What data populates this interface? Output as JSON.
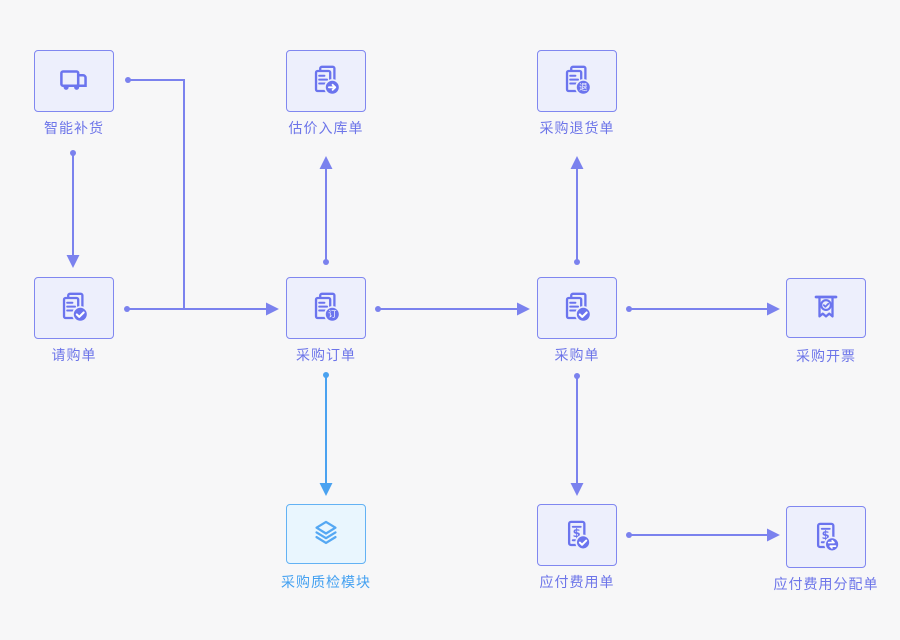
{
  "page": {
    "background": "#f7f7f8",
    "title": "采购流程图"
  },
  "palette": {
    "purple_border": "#8087f0",
    "purple_fill": "#edeffc",
    "purple_text": "#6d75e9",
    "purple_line": "#7b82ee",
    "blue_border": "#63b2f4",
    "blue_fill": "#e9f6fe",
    "blue_text": "#44a1f1",
    "blue_line": "#4aa2f0"
  },
  "nodes": [
    {
      "id": "smart-replenishment",
      "label": "智能补货",
      "icon": "truck-icon",
      "color": "purple"
    },
    {
      "id": "estimated-inbound-order",
      "label": "估价入库单",
      "icon": "document-arrow-icon",
      "color": "purple",
      "badge": "arrow-right"
    },
    {
      "id": "purchase-return-order",
      "label": "采购退货单",
      "icon": "document-return-icon",
      "color": "purple",
      "badge_text": "退"
    },
    {
      "id": "purchase-requisition",
      "label": "请购单",
      "icon": "document-check-icon",
      "color": "purple",
      "badge": "check"
    },
    {
      "id": "purchase-order",
      "label": "采购订单",
      "icon": "document-order-icon",
      "color": "purple",
      "badge_text": "订"
    },
    {
      "id": "purchase-receipt",
      "label": "采购单",
      "icon": "document-check-icon",
      "color": "purple",
      "badge": "check"
    },
    {
      "id": "purchase-invoicing",
      "label": "采购开票",
      "icon": "invoice-ribbon-icon",
      "color": "purple",
      "badge": "check"
    },
    {
      "id": "purchase-qc-module",
      "label": "采购质检模块",
      "icon": "layers-icon",
      "color": "blue"
    },
    {
      "id": "payable-expense-bill",
      "label": "应付费用单",
      "icon": "bill-dollar-check-icon",
      "color": "purple",
      "badge": "check",
      "currency_symbol": "$"
    },
    {
      "id": "payable-expense-allocation",
      "label": "应付费用分配单",
      "icon": "bill-dollar-transfer-icon",
      "color": "purple",
      "badge": "transfer",
      "currency_symbol": "$"
    }
  ],
  "connections": [
    {
      "from": "智能补货",
      "to": "请购单",
      "style": "purple"
    },
    {
      "from": "智能补货",
      "to": "采购订单",
      "style": "purple",
      "shape": "elbow"
    },
    {
      "from": "请购单",
      "to": "采购订单",
      "style": "purple"
    },
    {
      "from": "采购订单",
      "to": "估价入库单",
      "style": "purple"
    },
    {
      "from": "采购订单",
      "to": "采购单",
      "style": "purple"
    },
    {
      "from": "采购订单",
      "to": "采购质检模块",
      "style": "blue"
    },
    {
      "from": "采购单",
      "to": "采购退货单",
      "style": "purple"
    },
    {
      "from": "采购单",
      "to": "采购开票",
      "style": "purple"
    },
    {
      "from": "采购单",
      "to": "应付费用单",
      "style": "purple"
    },
    {
      "from": "应付费用单",
      "to": "应付费用分配单",
      "style": "purple"
    }
  ]
}
